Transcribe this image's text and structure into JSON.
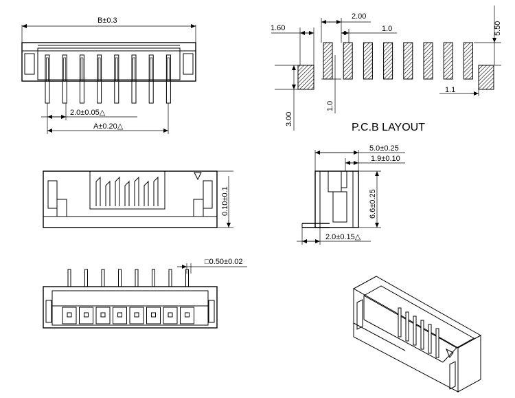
{
  "labels": {
    "overall_width": "B±0.3",
    "pin_pitch": "2.0±0.05△",
    "pin_span": "A±0.20△",
    "pcb_1_60": "1.60",
    "pcb_2_00": "2.00",
    "pcb_1_0_top": "1.0",
    "pcb_5_50": "5.50",
    "pcb_3_00": "3.00",
    "pcb_1_0_left": "1.0",
    "pcb_1_1": "1.1",
    "pcb_title": "P.C.B LAYOUT",
    "front_0_10": "0.10±0.1",
    "side_depth": "5.0±0.25",
    "side_wall": "1.9±0.10",
    "side_height": "6.6±0.25",
    "side_pin": "2.0±0.15△",
    "pin_square": "□0.50±0.02"
  },
  "colors": {
    "line": "#000000",
    "background": "#ffffff"
  },
  "pin_count": 8
}
